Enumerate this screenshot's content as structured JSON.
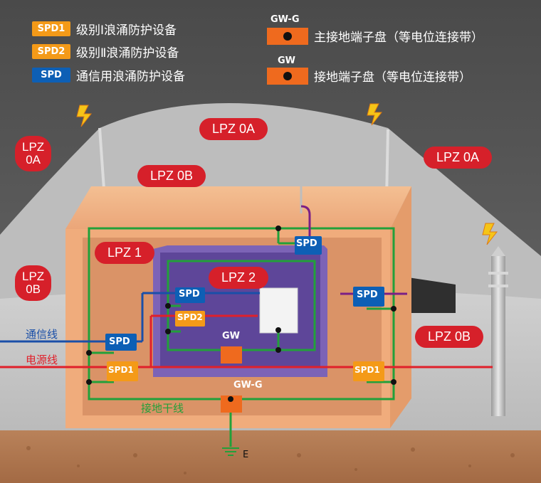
{
  "legend": {
    "spd1_badge": "SPD1",
    "spd1_text": "级别I浪涌防护设备",
    "spd2_badge": "SPD2",
    "spd2_text": "级别Ⅱ浪涌防护设备",
    "spd_badge": "SPD",
    "spd_text": "通信用浪涌防护设备",
    "gwg_title": "GW-G",
    "gwg_text": "主接地端子盘（等电位连接带）",
    "gw_title": "GW",
    "gw_text": "接地端子盘（等电位连接带）"
  },
  "zones": {
    "lpz0a_left": [
      "LPZ",
      "0A"
    ],
    "lpz0a_top": "LPZ 0A",
    "lpz0a_right": "LPZ 0A",
    "lpz0b_top": "LPZ 0B",
    "lpz0b_left": [
      "LPZ",
      "0B"
    ],
    "lpz0b_right": "LPZ 0B",
    "lpz1": "LPZ 1",
    "lpz2": "LPZ 2"
  },
  "devices": {
    "spd_antenna": "SPD",
    "spd_comm_inner": "SPD",
    "spd2_inner": "SPD2",
    "spd_comm_entry": "SPD",
    "spd1_left": "SPD1",
    "spd_right": "SPD",
    "spd1_right": "SPD1",
    "gw_inner": "GW",
    "gwg_main": "GW-G"
  },
  "labels": {
    "comm_line": "通信线",
    "power_line": "电源线",
    "ground_trunk": "接地干线",
    "earth": "E"
  },
  "colors": {
    "lpz_red": "#d6202a",
    "spd_orange": "#f49a18",
    "spd_blue": "#0d5fb5",
    "ground_green": "#22a03a",
    "power_red": "#e0202a",
    "comm_blue": "#1a4fa8",
    "antenna_purple": "#7a1f86",
    "gw_orange": "#ef6a1e"
  }
}
